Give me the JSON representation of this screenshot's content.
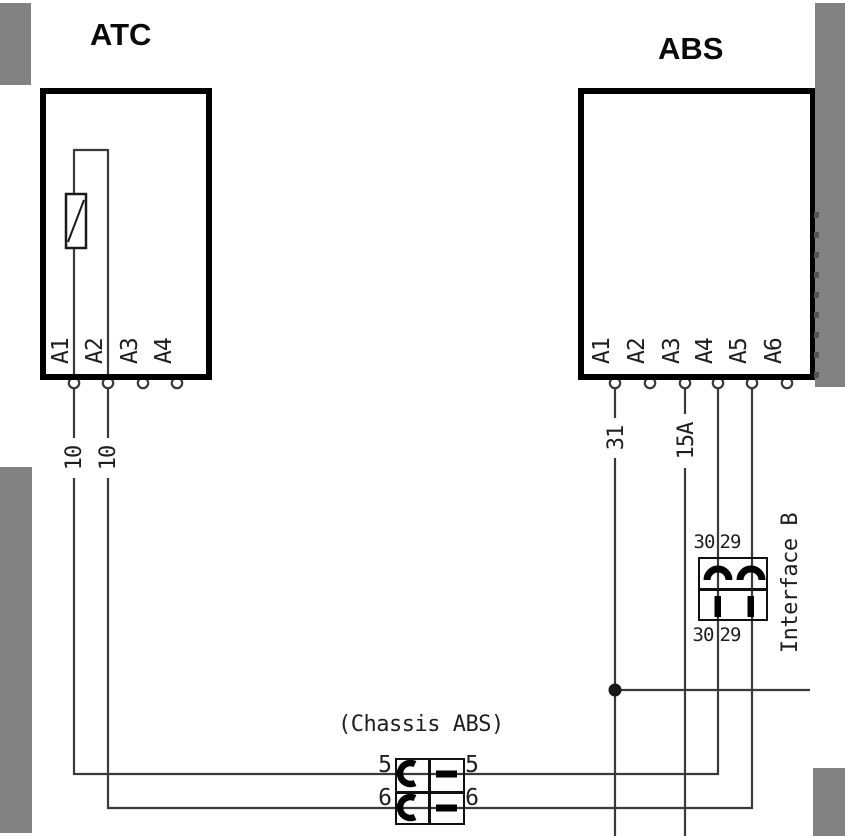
{
  "diagram_type": "wiring-schematic",
  "colors": {
    "wire": "#3a3a3a",
    "outline": "#000000",
    "mask_gray": "#828282"
  },
  "atc": {
    "title": "ATC",
    "pins": [
      "A1",
      "A2",
      "A3",
      "A4"
    ],
    "wire_labels": [
      "10",
      "10"
    ]
  },
  "abs": {
    "title": "ABS",
    "pins": [
      "A1",
      "A2",
      "A3",
      "A4",
      "A5",
      "A6"
    ],
    "wire_labels": {
      "a1": "31",
      "a3": "15A"
    }
  },
  "interface_b": {
    "name": "Interface B",
    "pin_left": "30",
    "pin_right": "29"
  },
  "chassis_connector": {
    "caption": "(Chassis ABS)",
    "row_top": "5",
    "row_bottom": "6"
  }
}
